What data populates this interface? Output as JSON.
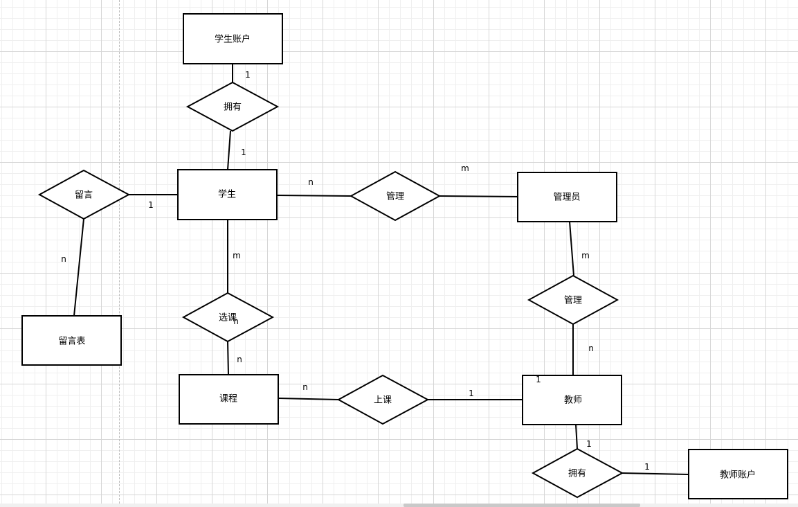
{
  "diagram": {
    "entities": {
      "student_account": "学生账户",
      "student": "学生",
      "admin": "管理员",
      "message_table": "留言表",
      "course": "课程",
      "teacher": "教师",
      "teacher_account": "教师账户"
    },
    "relationships": {
      "student_owns": "拥有",
      "message": "留言",
      "student_manage": "管理",
      "select_course": "选课",
      "teacher_manage": "管理",
      "teach": "上课",
      "teacher_owns": "拥有"
    },
    "cardinalities": {
      "sa_top": "1",
      "sa_bottom": "1",
      "student_manage_n": "n",
      "student_manage_m": "m",
      "message_1": "1",
      "message_n": "n",
      "select_m": "m",
      "select_n": "n",
      "select_overlap": "n",
      "admin_manage_m": "m",
      "teacher_manage_n": "n",
      "teacher_manage_1": "1",
      "teach_n": "n",
      "teach_1": "1",
      "ta_top": "1",
      "ta_right": "1"
    }
  }
}
